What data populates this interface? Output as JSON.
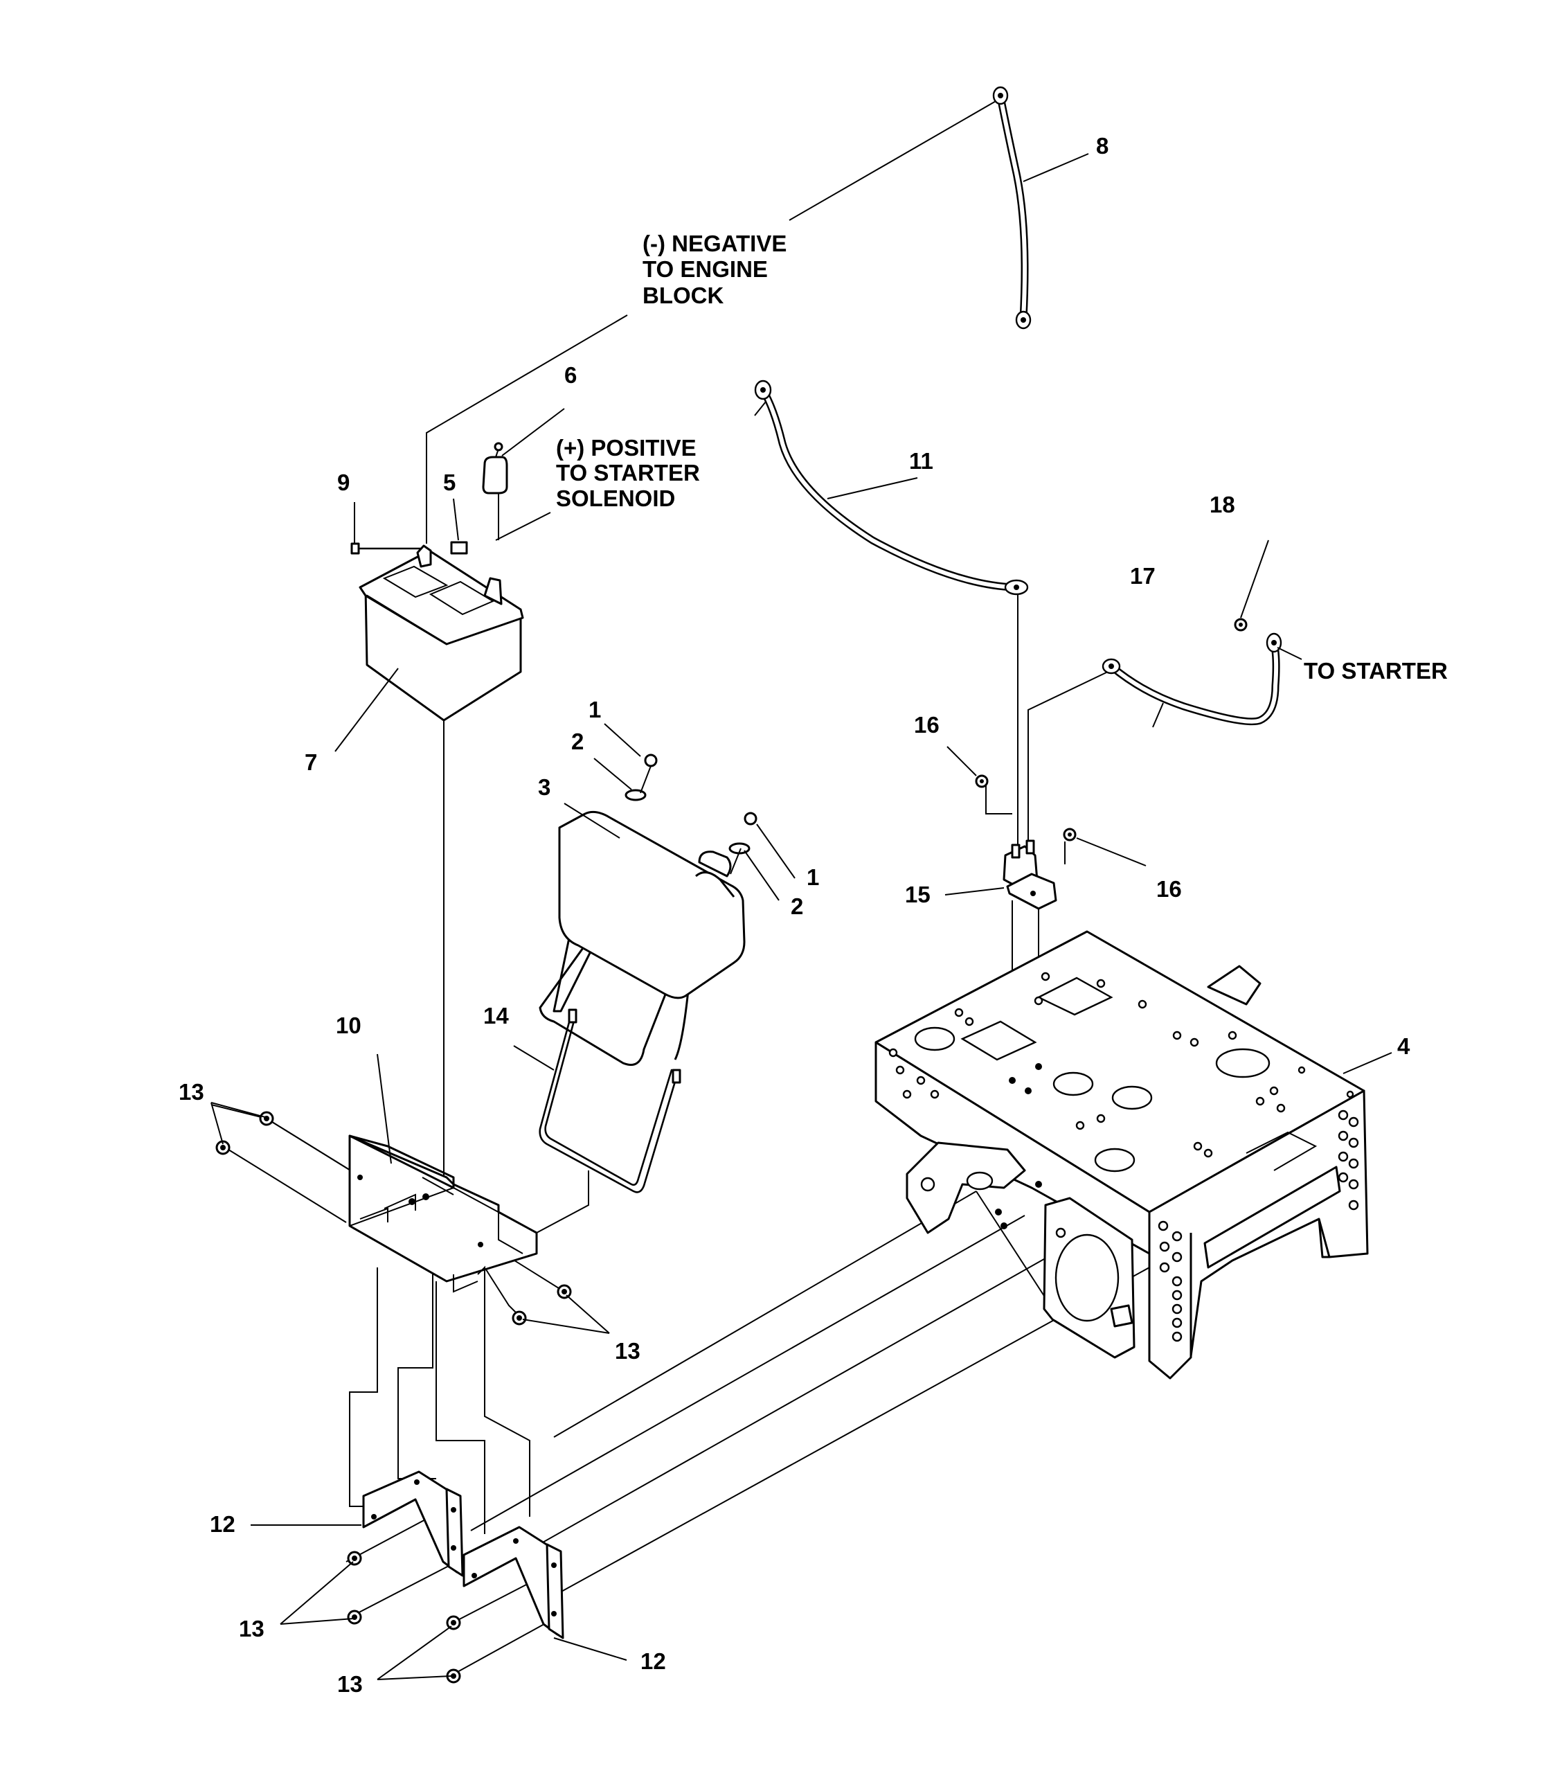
{
  "notes": {
    "negative": [
      "(-) NEGATIVE",
      "TO ENGINE",
      "BLOCK"
    ],
    "positive": [
      "(+) POSITIVE",
      "TO STARTER",
      "SOLENOID"
    ],
    "to_starter": "TO STARTER"
  },
  "callouts": {
    "c1a": "1",
    "c1b": "1",
    "c2a": "2",
    "c2b": "2",
    "c3": "3",
    "c4": "4",
    "c5": "5",
    "c6": "6",
    "c7": "7",
    "c8": "8",
    "c9": "9",
    "c10": "10",
    "c11": "11",
    "c12a": "12",
    "c12b": "12",
    "c13a": "13",
    "c13b": "13",
    "c13c": "13",
    "c13d": "13",
    "c14": "14",
    "c15": "15",
    "c16a": "16",
    "c16b": "16",
    "c17": "17",
    "c18": "18"
  }
}
